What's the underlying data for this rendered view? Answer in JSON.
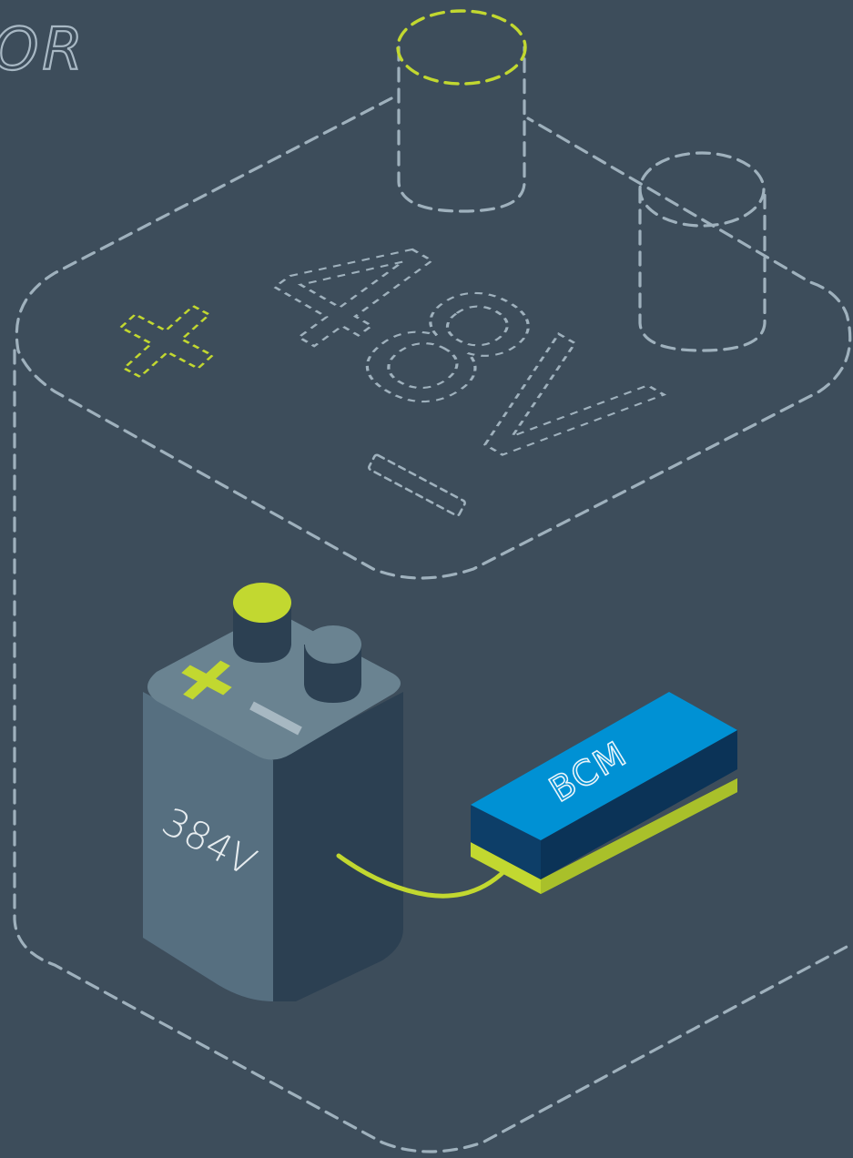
{
  "heading": {
    "text": "OR"
  },
  "large_battery": {
    "voltage": "48V",
    "plus": "+",
    "minus": "—"
  },
  "small_battery": {
    "voltage": "384V"
  },
  "module": {
    "label": "BCM"
  },
  "colors": {
    "background": "#3d4d5b",
    "outline": "#9fb1bd",
    "accent": "#c2d830",
    "battery_front": "#566f80",
    "battery_side": "#2c4052",
    "battery_top": "#6a8391",
    "module_top": "#0091d4",
    "module_side": "#0d3e68"
  }
}
